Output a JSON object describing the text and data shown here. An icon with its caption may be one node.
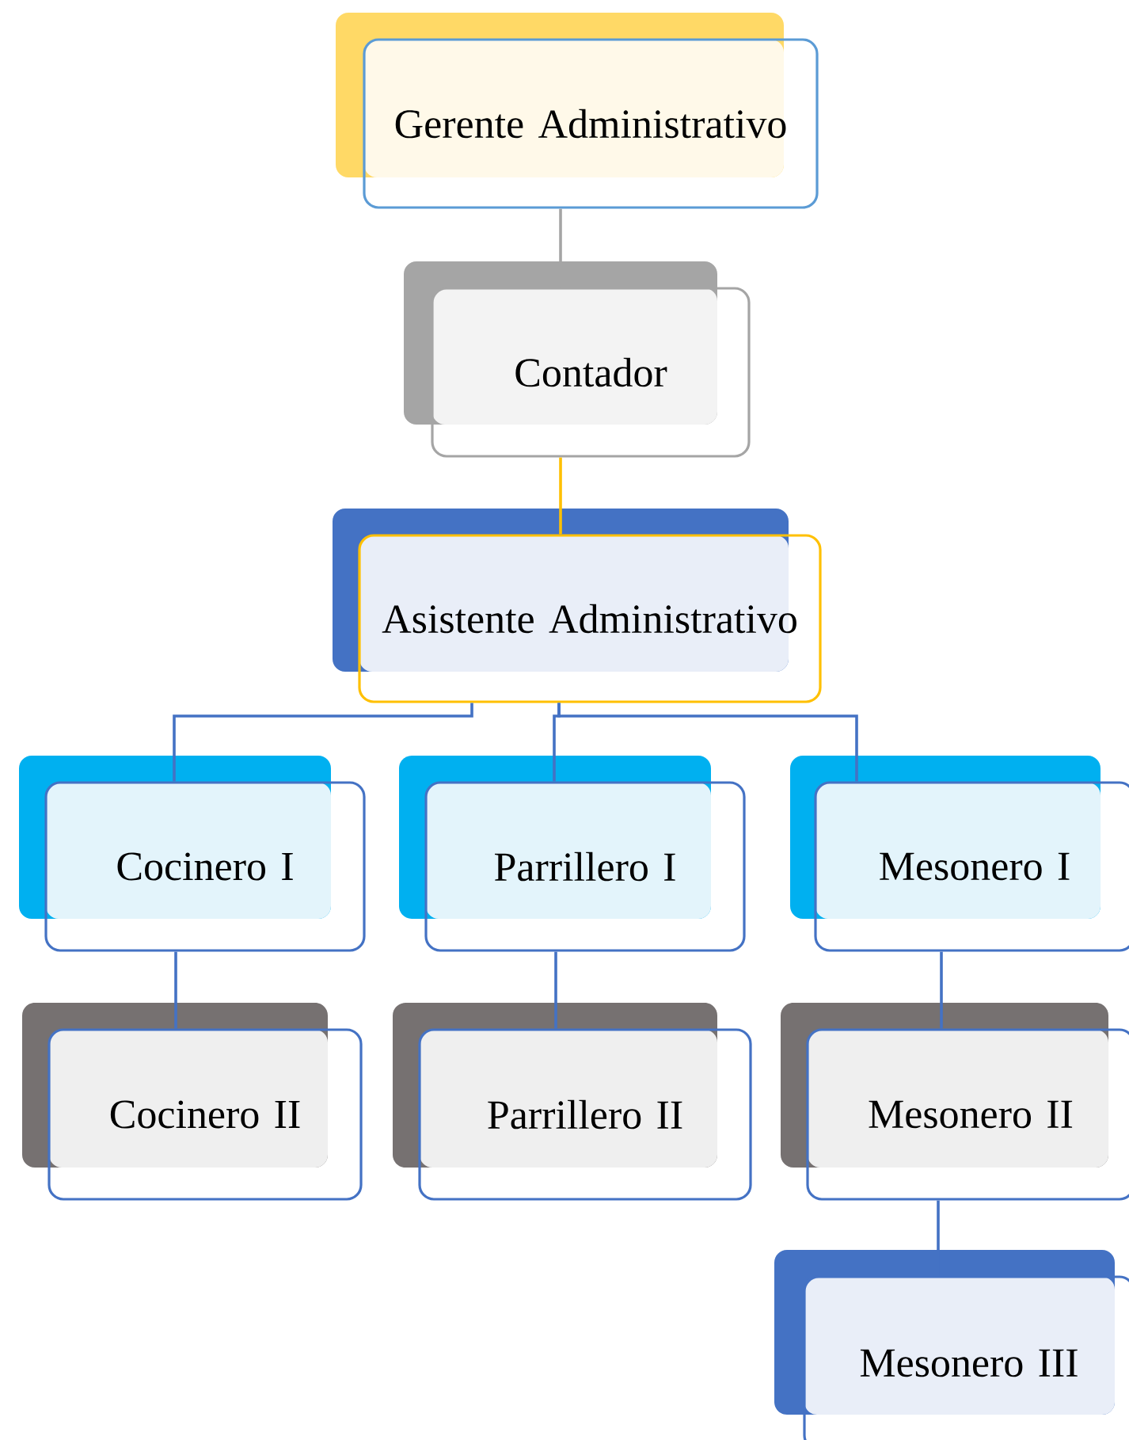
{
  "diagram": {
    "nodes": [
      {
        "text": [
          "Gerente Administrativo"
        ]
      },
      {
        "text": [
          "Contador"
        ]
      },
      {
        "text": [
          "Asistente Administrativo"
        ]
      },
      {
        "text": [
          "Cocinero I"
        ]
      },
      {
        "text": [
          "Parrillero I"
        ]
      },
      {
        "text": [
          "Mesonero I"
        ]
      },
      {
        "text": [
          "Cocinero II"
        ]
      },
      {
        "text": [
          "Parrillero II"
        ]
      },
      {
        "text": [
          "Mesonero II"
        ]
      },
      {
        "text": [
          "Mesonero III"
        ]
      }
    ],
    "edges": [
      {
        "from": 0,
        "to": 1,
        "arrow": "none",
        "color": "#a5a5a5"
      },
      {
        "from": 1,
        "to": 2,
        "arrow": "none",
        "color": "#ffc000"
      },
      {
        "from": 2,
        "to": 3,
        "arrow": "none"
      },
      {
        "from": 2,
        "to": 4,
        "arrow": "none"
      },
      {
        "from": 2,
        "to": 5,
        "arrow": "none"
      },
      {
        "from": 3,
        "to": 6,
        "arrow": "none"
      },
      {
        "from": 4,
        "to": 7,
        "arrow": "none"
      },
      {
        "from": 5,
        "to": 8,
        "arrow": "none"
      },
      {
        "from": 8,
        "to": 9,
        "arrow": "none"
      }
    ]
  }
}
